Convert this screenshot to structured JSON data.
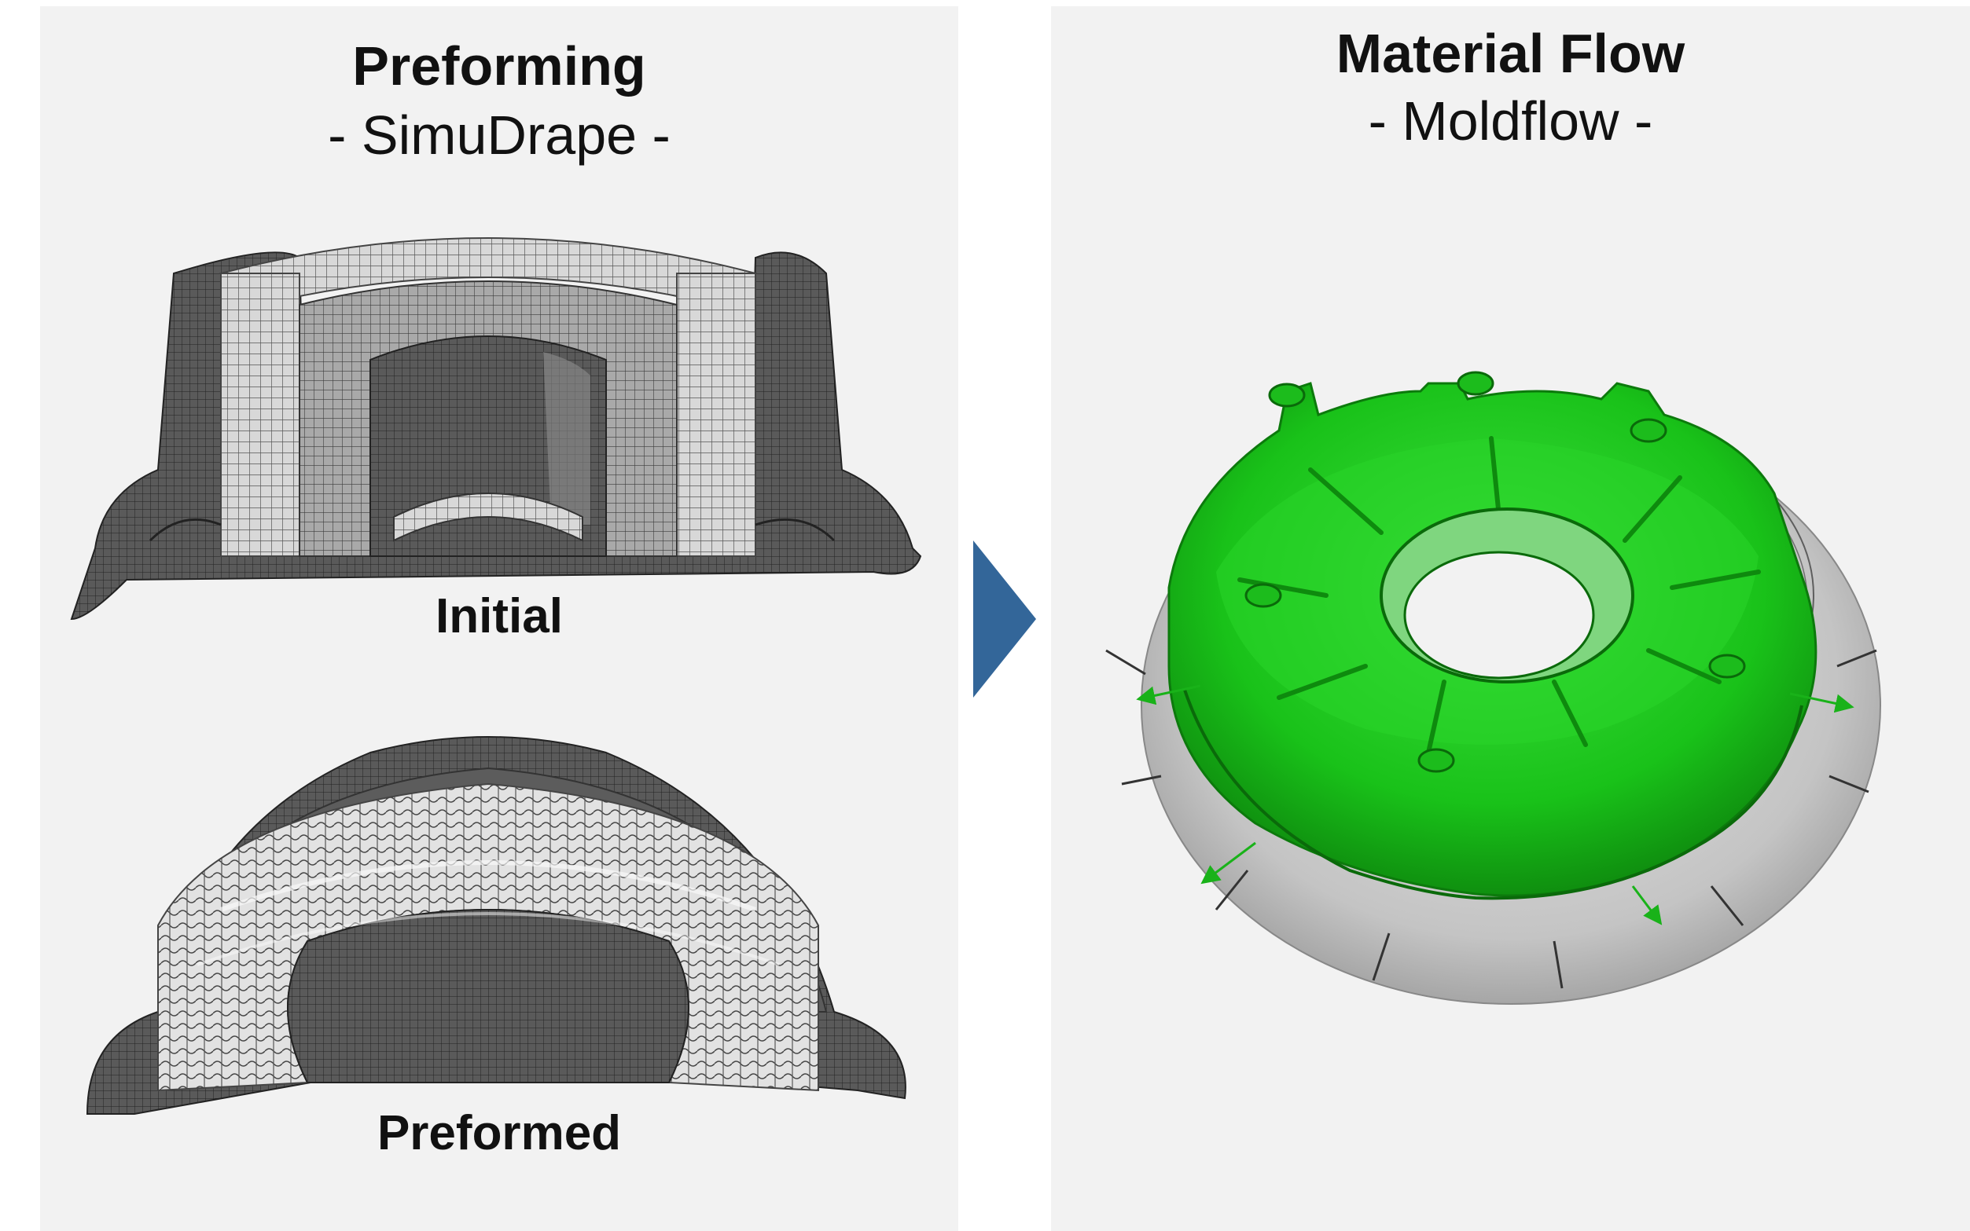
{
  "left": {
    "title": "Preforming",
    "subtitle": "- SimuDrape -",
    "captions": {
      "initial": "Initial",
      "preformed": "Preformed"
    }
  },
  "right": {
    "title": "Material Flow",
    "subtitle": "- Moldflow -"
  },
  "colors": {
    "panel_bg": "#f2f2f2",
    "arrow": "#336699",
    "material": "#19c219",
    "mesh_dark": "#4a4a4a",
    "mesh_light": "#d4d4d4"
  }
}
